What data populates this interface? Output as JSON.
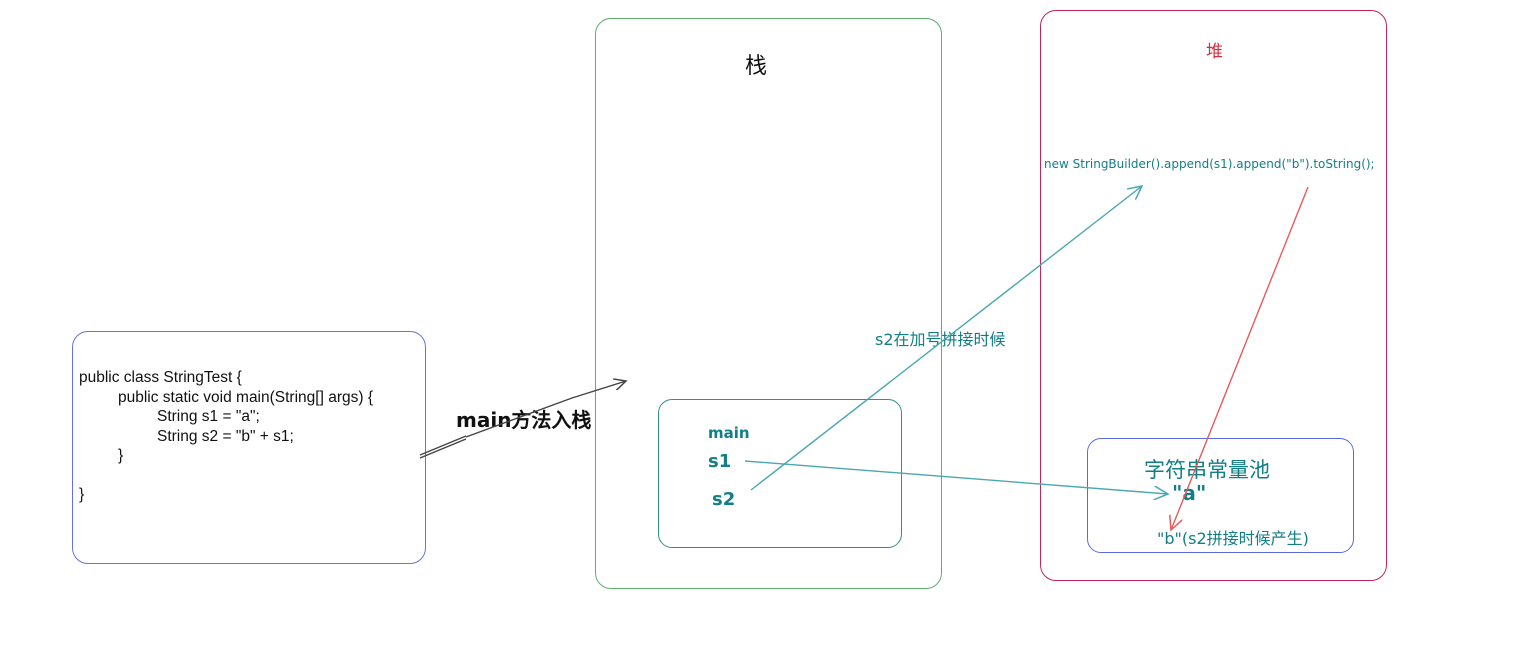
{
  "code": {
    "lines": [
      "public class StringTest {",
      "public static void main(String[] args) {",
      "String s1 = \"a\";",
      "String s2 = \"b\" + s1;",
      "}",
      "",
      "}"
    ]
  },
  "stack": {
    "title": "栈"
  },
  "heap": {
    "title": "堆",
    "expression": "new StringBuilder().append(s1).append(\"b\").toString();"
  },
  "main_frame": {
    "label": "main",
    "s1": "s1",
    "s2": "s2"
  },
  "string_pool": {
    "title": "字符串常量池",
    "a_literal": "\"a\"",
    "b_literal": "\"b\"(s2拼接时候产生)"
  },
  "annotations": {
    "push_main": "main方法入栈",
    "concat": "s2在加号拼接时候"
  },
  "colors": {
    "code_box": "#6670e0",
    "stack_box": "#5fae6c",
    "heap_box": "#c2245a",
    "teal": "#127e86",
    "arrow_teal": "#4aa7b4",
    "arrow_red": "#e55a5a",
    "pool_box": "#5b6ad8"
  }
}
